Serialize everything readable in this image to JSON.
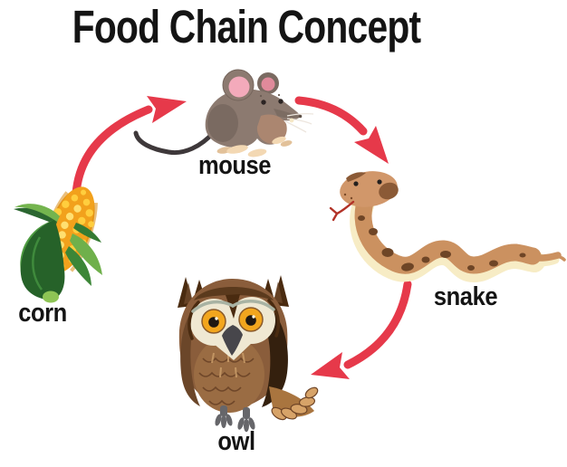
{
  "title": "Food Chain Concept",
  "background_color": "#ffffff",
  "colors": {
    "arrow": "#e6394a",
    "text": "#141414",
    "corn_yellow": "#f2a11c",
    "corn_green": "#266229",
    "mouse_gray": "#8c7a70",
    "snake_brown": "#cb9160",
    "owl_brown": "#8a5d3b"
  },
  "diagram": {
    "type": "food-chain",
    "nodes": [
      {
        "id": "corn",
        "label": "corn",
        "icon": "corn-illustration"
      },
      {
        "id": "mouse",
        "label": "mouse",
        "icon": "mouse-illustration"
      },
      {
        "id": "snake",
        "label": "snake",
        "icon": "snake-illustration"
      },
      {
        "id": "owl",
        "label": "owl",
        "icon": "owl-illustration"
      }
    ],
    "edges": [
      {
        "from": "corn",
        "to": "mouse"
      },
      {
        "from": "mouse",
        "to": "snake"
      },
      {
        "from": "snake",
        "to": "owl"
      }
    ]
  }
}
